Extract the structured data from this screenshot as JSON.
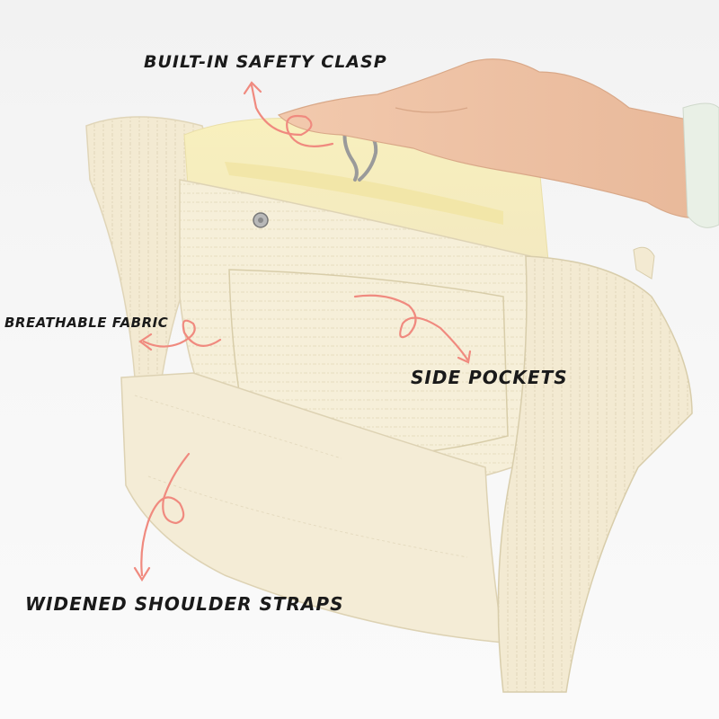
{
  "labels": {
    "clasp": "BUILT-IN SAFETY CLASP",
    "fabric": "BREATHABLE FABRIC",
    "pockets": "SIDE POCKETS",
    "straps": "WIDENED SHOULDER STRAPS"
  },
  "colors": {
    "background": "#f4f4f4",
    "bag_fabric": "#f6efd9",
    "bag_lining": "#f7efb9",
    "arrow": "#f08a7f",
    "skin": "#efc4a6",
    "text": "#1a1a1a"
  },
  "icons": {
    "arrows": "curly-arrow-icon",
    "clasp": "swivel-clasp-icon"
  }
}
